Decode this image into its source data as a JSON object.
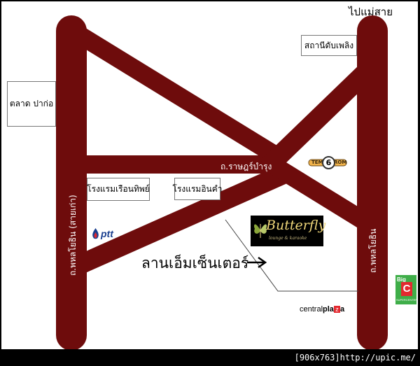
{
  "map": {
    "colors": {
      "road": "#6e0c0c",
      "background": "#ffffff",
      "frame": "#000000"
    },
    "top_right_label": "ไปแม่สาย",
    "places": {
      "fire_station": "สถานีดับเพลิง",
      "market": "ตลาด ปาก่อ",
      "hotel_ruentip": "โรงแรมเรือนทิพย์",
      "hotel_inkham": "โรงแรมอินคำ"
    },
    "roads": {
      "ratbamrung_top": "ถ.ราษฎร์บำรุง",
      "ratbamrung_diagonal": "ถ.ราษฎร์บำรุง",
      "phahonyothin_old": "ถ.พหลโยธิน (สายเก่า)",
      "phahonyothin": "ถ.พหลโยธิน"
    },
    "landmarks": {
      "mall": "ลานเอ็มเซ็นเตอร์",
      "mall_arrow_icon": "arrow-right-icon",
      "butterfly_title": "Butterfly",
      "butterfly_subtitle": "lounge & karaoke",
      "tem6_left": "TEM",
      "tem6_num": "6",
      "tem6_right": "ROM",
      "ptt": "ptt",
      "bigc_big": "Big",
      "bigc_c": "C",
      "bigc_sub": "SUPERCENTER",
      "central_prefix": "central",
      "central_pla": "pla",
      "central_z": "z",
      "central_a": "a"
    }
  },
  "footer": {
    "text": "[906x763]http://upic.me/"
  }
}
